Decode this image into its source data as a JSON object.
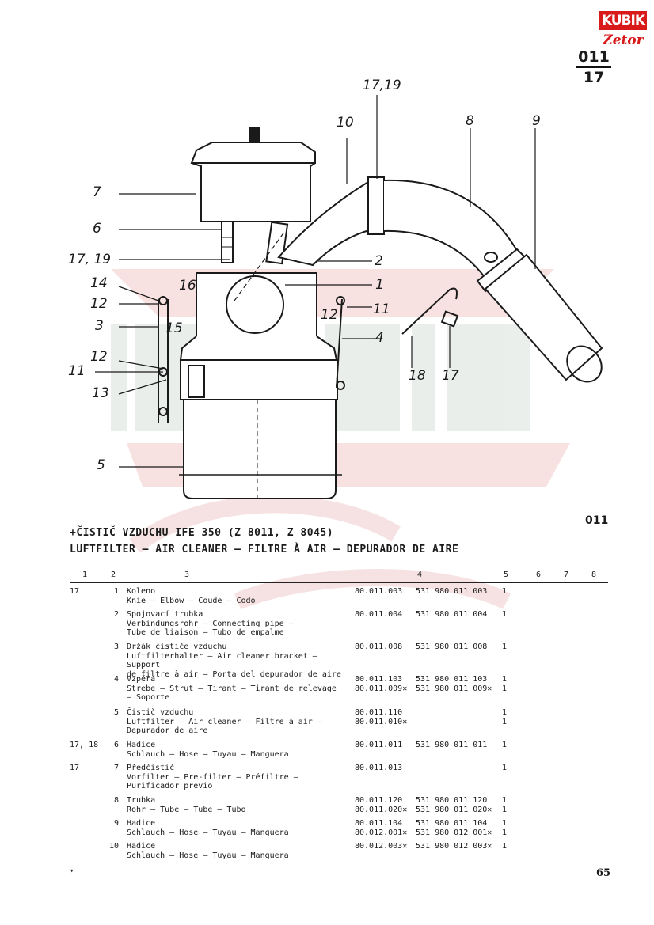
{
  "header": {
    "logo_top": "KUBIK",
    "logo_bottom": "Zetor",
    "group_num": "011",
    "group_den": "17"
  },
  "diagram": {
    "labels": {
      "l1719top": "17,19",
      "l10": "10",
      "l8": "8",
      "l9": "9",
      "l7": "7",
      "l6": "6",
      "l1719left": "17, 19",
      "l2": "2",
      "l14": "14",
      "l16": "16",
      "l1": "1",
      "l12a": "12",
      "l11a": "11",
      "l12b": "12",
      "l3": "3",
      "l15": "15",
      "l4": "4",
      "l12c": "12",
      "l11b": "11",
      "l13": "13",
      "l18": "18",
      "l17": "17",
      "l5": "5"
    }
  },
  "section_number": "011",
  "title_line1": "+ČISTIČ VZDUCHU IFE 350 (Z 8011, Z 8045)",
  "title_line2": "LUFTFILTER — AIR CLEANER — FILTRE À AIR — DEPURADOR DE AIRE",
  "columns": [
    "1",
    "2",
    "3",
    "4",
    "5",
    "6",
    "7",
    "8"
  ],
  "rows": [
    {
      "ref": "17",
      "pos": "1",
      "desc": [
        "Koleno",
        "Knie — Elbow — Coude — Codo"
      ],
      "part": [
        "80.011.003"
      ],
      "alt": [
        "531 980 011 003"
      ],
      "qty": [
        "1"
      ]
    },
    {
      "ref": "",
      "pos": "2",
      "desc": [
        "Spojovací trubka",
        "Verbindungsrohr — Connecting pipe —",
        "Tube de liaison — Tubo de empalme"
      ],
      "part": [
        "80.011.004"
      ],
      "alt": [
        "531 980 011 004"
      ],
      "qty": [
        "1"
      ]
    },
    {
      "ref": "",
      "pos": "3",
      "desc": [
        "Držák čističe vzduchu",
        "Luftfilterhalter — Air cleaner bracket — Support",
        "de filtre à air — Porta del depurador de aire"
      ],
      "part": [
        "80.011.008"
      ],
      "alt": [
        "531 980 011 008"
      ],
      "qty": [
        "1"
      ]
    },
    {
      "ref": "",
      "pos": "4",
      "desc": [
        "Vzpěra",
        "Strebe — Strut — Tirant — Tirant de relevage",
        "— Soporte"
      ],
      "part": [
        "80.011.103",
        "80.011.009✕"
      ],
      "alt": [
        "531 980 011 103",
        "531 980 011 009✕"
      ],
      "qty": [
        "1",
        "1"
      ]
    },
    {
      "ref": "",
      "pos": "5",
      "desc": [
        "Čistič vzduchu",
        "Luftfilter — Air cleaner — Filtre à air —",
        "Depurador de aire"
      ],
      "part": [
        "80.011.110",
        "80.011.010✕"
      ],
      "alt": [],
      "qty": [
        "1",
        "1"
      ]
    },
    {
      "ref": "17, 18",
      "pos": "6",
      "desc": [
        "Hadice",
        "Schlauch — Hose — Tuyau — Manguera"
      ],
      "part": [
        "80.011.011"
      ],
      "alt": [
        "531 980 011 011"
      ],
      "qty": [
        "1"
      ]
    },
    {
      "ref": "17",
      "pos": "7",
      "desc": [
        "Předčistič",
        "Vorfilter — Pre-filter — Préfiltre —",
        "Purificador previo"
      ],
      "part": [
        "80.011.013"
      ],
      "alt": [],
      "qty": [
        "1"
      ]
    },
    {
      "ref": "",
      "pos": "8",
      "desc": [
        "Trubka",
        "Rohr — Tube — Tube — Tubo"
      ],
      "part": [
        "80.011.120",
        "80.011.020✕"
      ],
      "alt": [
        "531 980 011 120",
        "531 980 011 020✕"
      ],
      "qty": [
        "1",
        "1"
      ]
    },
    {
      "ref": "",
      "pos": "9",
      "desc": [
        "Hadice",
        "Schlauch — Hose — Tuyau — Manguera"
      ],
      "part": [
        "80.011.104",
        "80.012.001✕"
      ],
      "alt": [
        "531 980 011 104",
        "531 980 012 001✕"
      ],
      "qty": [
        "1",
        "1"
      ]
    },
    {
      "ref": "",
      "pos": "10",
      "desc": [
        "Hadice",
        "Schlauch — Hose — Tuyau — Manguera"
      ],
      "part": [
        "80.012.003✕"
      ],
      "alt": [
        "531 980 012 003✕"
      ],
      "qty": [
        "1"
      ]
    }
  ],
  "footer": {
    "mark": "▾",
    "page_number": "65"
  }
}
